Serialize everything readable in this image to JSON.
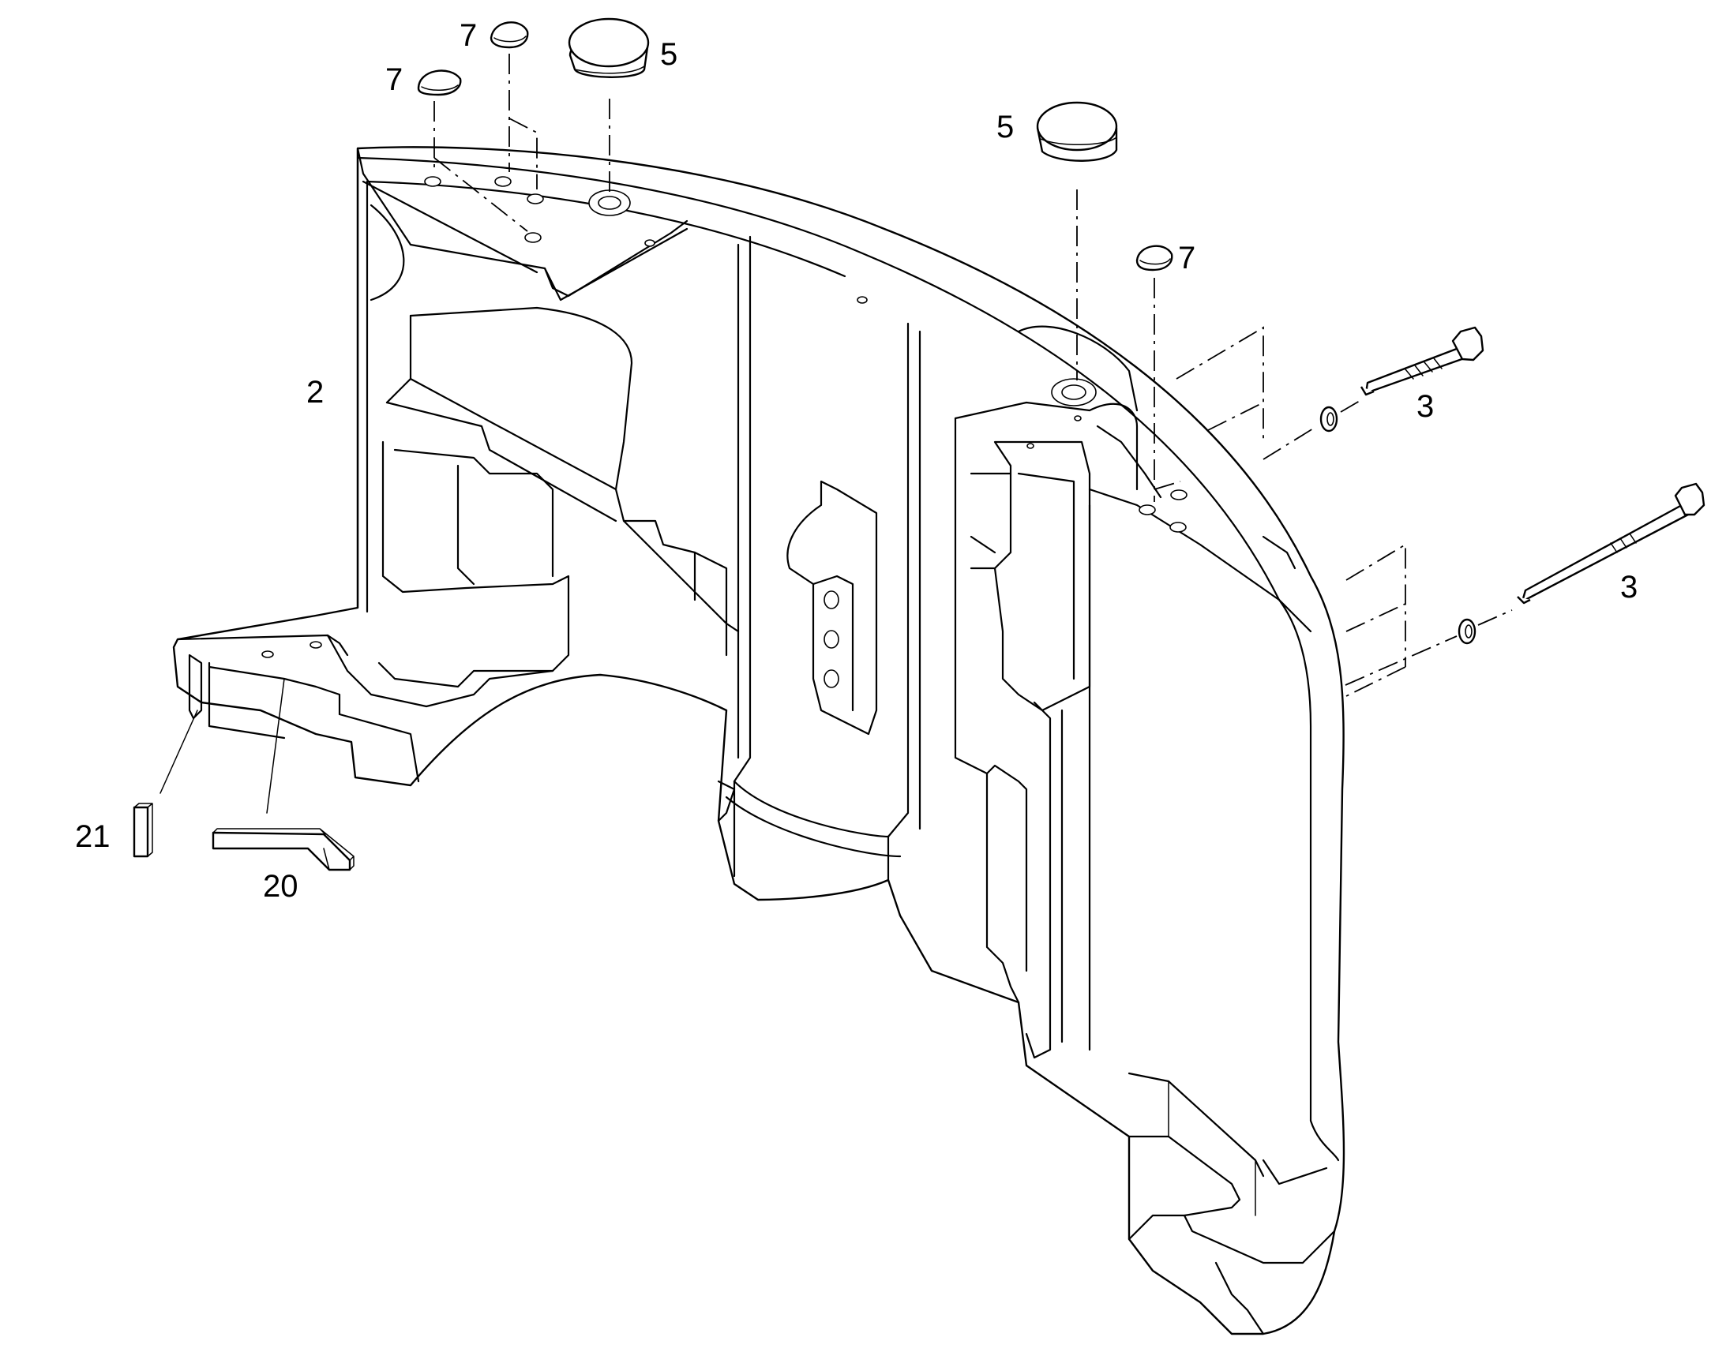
{
  "callouts": {
    "c7a": "7",
    "c7b": "7",
    "c5a": "5",
    "c5b": "5",
    "c7c": "7",
    "c2": "2",
    "c3a": "3",
    "c3b": "3",
    "c21": "21",
    "c20": "20"
  },
  "colors": {
    "line": "#000000",
    "background": "#ffffff"
  }
}
